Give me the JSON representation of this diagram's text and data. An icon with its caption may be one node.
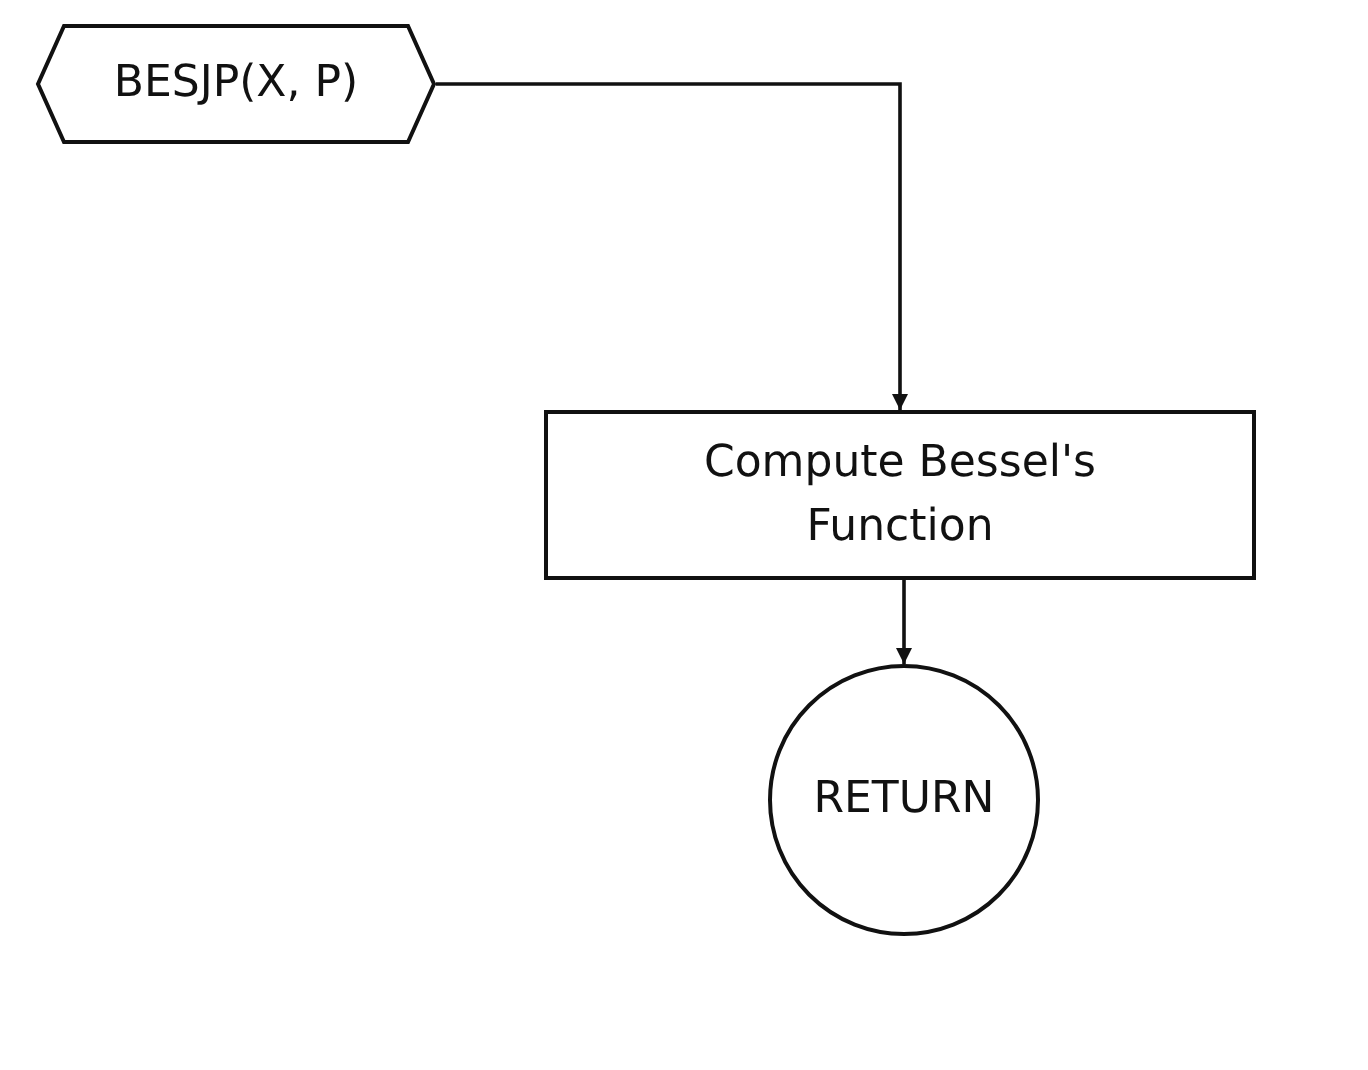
{
  "diagram": {
    "nodes": [
      {
        "text": [
          "BESJP(X, P)"
        ]
      },
      {
        "text": [
          "Compute Bessel's Function"
        ]
      },
      {
        "text": [
          "RETURN"
        ]
      }
    ],
    "edges": [
      {
        "from": 0,
        "to": 1,
        "arrow": "to"
      },
      {
        "from": 1,
        "to": 2,
        "arrow": "to"
      }
    ]
  }
}
